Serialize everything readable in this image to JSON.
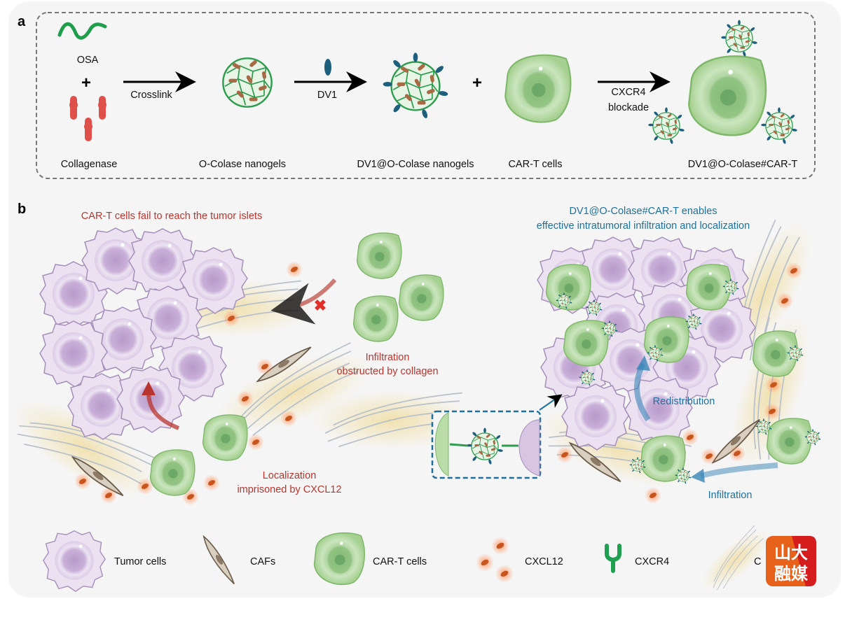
{
  "panel_a": {
    "label": "a",
    "osa": "OSA",
    "plus": "+",
    "collagenase": "Collagenase",
    "crosslink": "Crosslink",
    "o_colase": "O-Colase  nanogels",
    "dv1": "DV1",
    "dv1_o_colase": "DV1@O-Colase  nanogels",
    "car_t": "CAR-T cells",
    "cxcr4": "CXCR4",
    "blockade": "blockade",
    "product": "DV1@O-Colase#CAR-T"
  },
  "panel_b": {
    "label": "b",
    "left_title": "CAR-T cells fail to reach the tumor islets",
    "infiltration_1": "Infiltration",
    "infiltration_2": "obstructed  by collagen",
    "localization_1": "Localization",
    "localization_2": "imprisoned  by CXCL12",
    "right_title_1": "DV1@O-Colase#CAR-T  enables",
    "right_title_2": "effective intratumoral infiltration and localization",
    "redistribution": "Redistribution",
    "infiltration": "Infiltration"
  },
  "legend": [
    {
      "label": "Tumor cells",
      "icon": "tumor-cell-icon"
    },
    {
      "label": "CAFs",
      "icon": "caf-icon"
    },
    {
      "label": "CAR-T cells",
      "icon": "car-t-cell-icon"
    },
    {
      "label": "CXCL12",
      "icon": "cxcl12-icon"
    },
    {
      "label": "CXCR4",
      "icon": "cxcr4-icon"
    },
    {
      "label": "C",
      "icon": "collagen-icon"
    }
  ],
  "watermark": {
    "text": "山大融媒"
  },
  "colors": {
    "tumor": "#c9b3d6",
    "car_t": "#b9dca8",
    "nanogel_net": "#2e9c4e",
    "collagenase": "#e0504a",
    "dv1": "#1d5f7d",
    "cxcl12": "#c9551e",
    "red_text": "#b8352f",
    "blue_text": "#1f6f9c"
  }
}
